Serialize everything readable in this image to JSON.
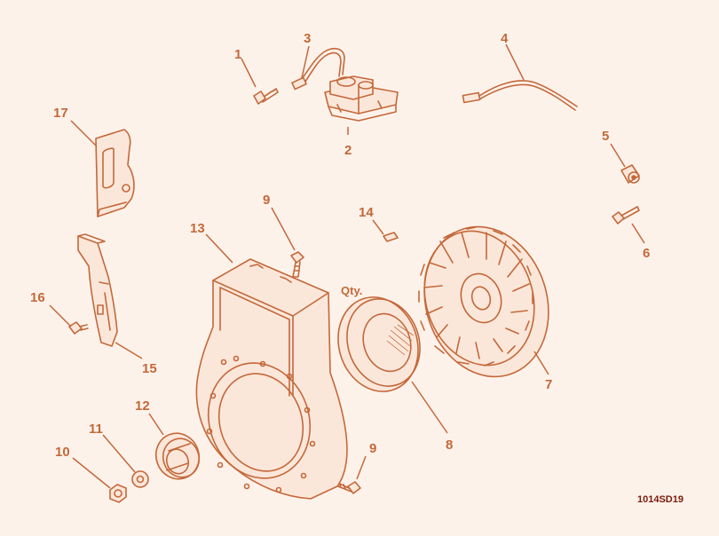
{
  "diagram_code": "1014SD19",
  "qty_note": "Qty.",
  "callouts": {
    "c1": "1",
    "c2": "2",
    "c3": "3",
    "c4": "4",
    "c5": "5",
    "c6": "6",
    "c7": "7",
    "c8": "8",
    "c9a": "9",
    "c9b": "9",
    "c10": "10",
    "c11": "11",
    "c12": "12",
    "c13": "13",
    "c14": "14",
    "c15": "15",
    "c16": "16",
    "c17": "17"
  },
  "colors": {
    "line": "#c4683a",
    "background": "#fdf2ea",
    "code_text": "#7a1a0a"
  }
}
